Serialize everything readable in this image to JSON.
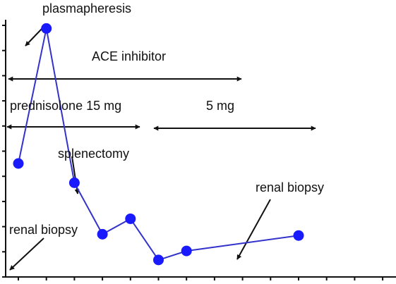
{
  "chart_data": {
    "type": "line",
    "title": "",
    "xlabel": "",
    "ylabel": "",
    "grid": false,
    "series": [
      {
        "x": [
          0,
          1,
          2,
          3,
          4,
          5,
          6,
          10
        ],
        "values": [
          4.0,
          9.25,
          3.25,
          1.25,
          1.85,
          0.25,
          0.6,
          1.2
        ]
      }
    ],
    "annotations": [
      {
        "text": "plasmapheresis"
      },
      {
        "text": "ACE inhibitor"
      },
      {
        "text": "prednisolone 15 mg"
      },
      {
        "text": "5 mg"
      },
      {
        "text": "splenectomy"
      },
      {
        "text": "renal biopsy"
      },
      {
        "text": "renal biopsy"
      }
    ],
    "colors": {
      "line": "#3333cc",
      "marker": "#1a1aff",
      "axis": "#111111",
      "annotation": "#111111"
    }
  }
}
